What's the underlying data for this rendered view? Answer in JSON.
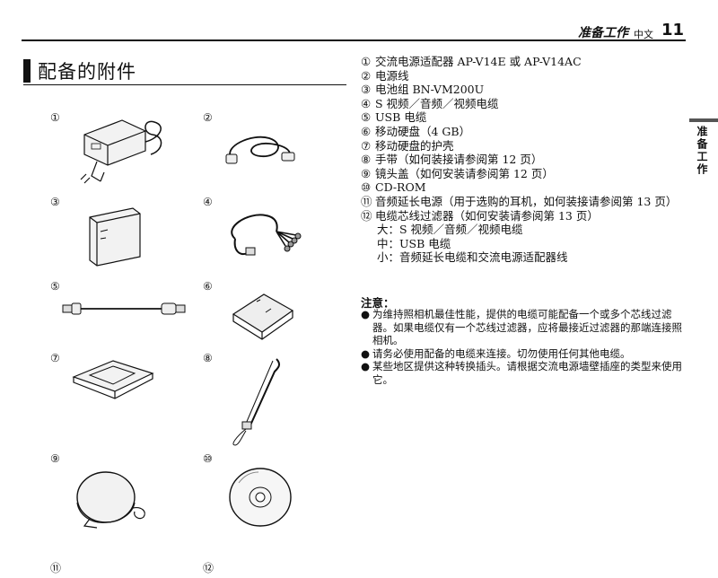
{
  "header": {
    "chapter": "准备工作",
    "lang": "中文",
    "page": "11"
  },
  "section_title": "配备的附件",
  "side_tab": "准备工作",
  "item_markers": [
    "①",
    "②",
    "③",
    "④",
    "⑤",
    "⑥",
    "⑦",
    "⑧",
    "⑨",
    "⑩",
    "⑪",
    "⑫"
  ],
  "list": [
    {
      "mark": "①",
      "text": "交流电源适配器 AP-V14E 或 AP-V14AC"
    },
    {
      "mark": "②",
      "text": "电源线"
    },
    {
      "mark": "③",
      "text": "电池组 BN-VM200U"
    },
    {
      "mark": "④",
      "text": "S 视频／音频／视频电缆"
    },
    {
      "mark": "⑤",
      "text": "USB 电缆"
    },
    {
      "mark": "⑥",
      "text": "移动硬盘（4 GB）"
    },
    {
      "mark": "⑦",
      "text": "移动硬盘的护壳"
    },
    {
      "mark": "⑧",
      "text": "手带（如何装接请参阅第 12 页）"
    },
    {
      "mark": "⑨",
      "text": "镜头盖（如何安装请参阅第 12 页）"
    },
    {
      "mark": "⑩",
      "text": "CD-ROM"
    },
    {
      "mark": "⑪",
      "text": "音频延长电源（用于选购的耳机，如何装接请参阅第 13 页）"
    },
    {
      "mark": "⑫",
      "text": "电缆芯线过滤器（如何安装请参阅第 13 页）"
    }
  ],
  "filter_sizes": [
    "大：S 视频／音频／视频电缆",
    "中：USB 电缆",
    "小：音频延长电缆和交流电源适配器线"
  ],
  "notes_heading": "注意：",
  "notes": [
    "为维持照相机最佳性能，提供的电缆可能配备一个或多个芯线过滤器。如果电缆仅有一个芯线过滤器，应将最接近过滤器的那端连接照相机。",
    "请务必使用配备的电缆来连接。切勿使用任何其他电缆。",
    "某些地区提供这种转换插头。请根据交流电源墙壁插座的类型来使用它。"
  ],
  "note_bullet": "●"
}
